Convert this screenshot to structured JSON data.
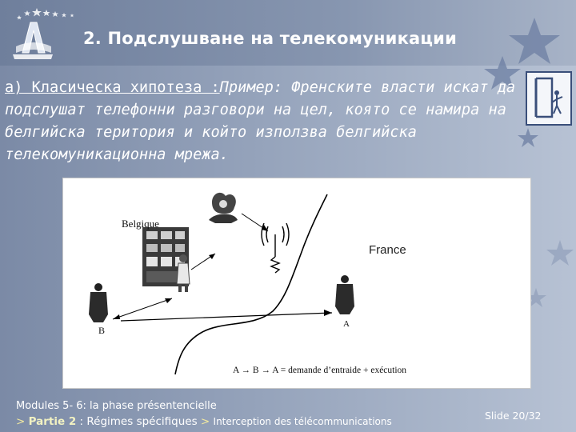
{
  "header": {
    "title": "2. Подслушване на телекомуникации"
  },
  "content": {
    "lead": "а) Класическа хипотеза :",
    "text": "Пример: Френските власти искат да подслушат телефонни разговори на цел, която се намира на белгийска територия и който използва белгийска телекомуникационна мрежа."
  },
  "figure": {
    "belgique_label": "Belgique",
    "france_label": "France",
    "point_a_label": "A",
    "point_b_label": "B",
    "caption": "A → B → A = demande d’entraide + exécution"
  },
  "footer": {
    "modules": "Modules 5- 6: la phase présentencielle",
    "marker": ">",
    "part": "Partie 2",
    "part_title": ": Régimes spécifiques",
    "sub_marker": ">",
    "sub_title": "Interception des télécommunications",
    "slide_number": "Slide 20/32"
  },
  "colors": {
    "background": "#8f9db5",
    "text": "#ffffff",
    "figure_bg": "#ffffff"
  }
}
